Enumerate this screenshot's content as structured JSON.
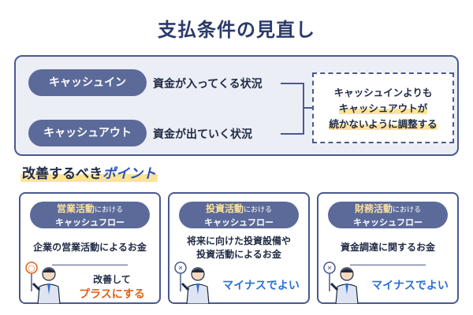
{
  "title": "支払条件の見直し",
  "top": {
    "cash_in_label": "キャッシュイン",
    "cash_in_desc": "資金が入ってくる状況",
    "cash_out_label": "キャッシュアウト",
    "cash_out_desc": "資金が出ていく状況",
    "conclusion_line1": "キャッシュインよりも",
    "conclusion_line2": "キャッシュアウトが",
    "conclusion_line3": "続かないように調整する"
  },
  "point_heading": {
    "prefix": "改善するべき",
    "accent": "ポイント"
  },
  "cards": [
    {
      "keyword": "営業活動",
      "suffix": "における",
      "subtitle": "キャッシュフロー",
      "desc": "企業の営業活動によるお金",
      "desc2": "",
      "result_line1": "改善して",
      "result_line2": "プラスにする",
      "sign": "◯"
    },
    {
      "keyword": "投資活動",
      "suffix": "における",
      "subtitle": "キャッシュフロー",
      "desc": "将来に向けた投資設備や",
      "desc2": "投資活動によるお金",
      "result_line1": "",
      "result_line2": "マイナスでよい",
      "sign": "✕"
    },
    {
      "keyword": "財務活動",
      "suffix": "における",
      "subtitle": "キャッシュフロー",
      "desc": "資金調達に関するお金",
      "desc2": "",
      "result_line1": "",
      "result_line2": "マイナスでよい",
      "sign": "✕"
    }
  ],
  "colors": {
    "navy": "#2b3a6b",
    "pill": "#5c6a9a",
    "highlight": "#fde39a",
    "orange": "#e0611a",
    "blue": "#2b6fd6"
  }
}
